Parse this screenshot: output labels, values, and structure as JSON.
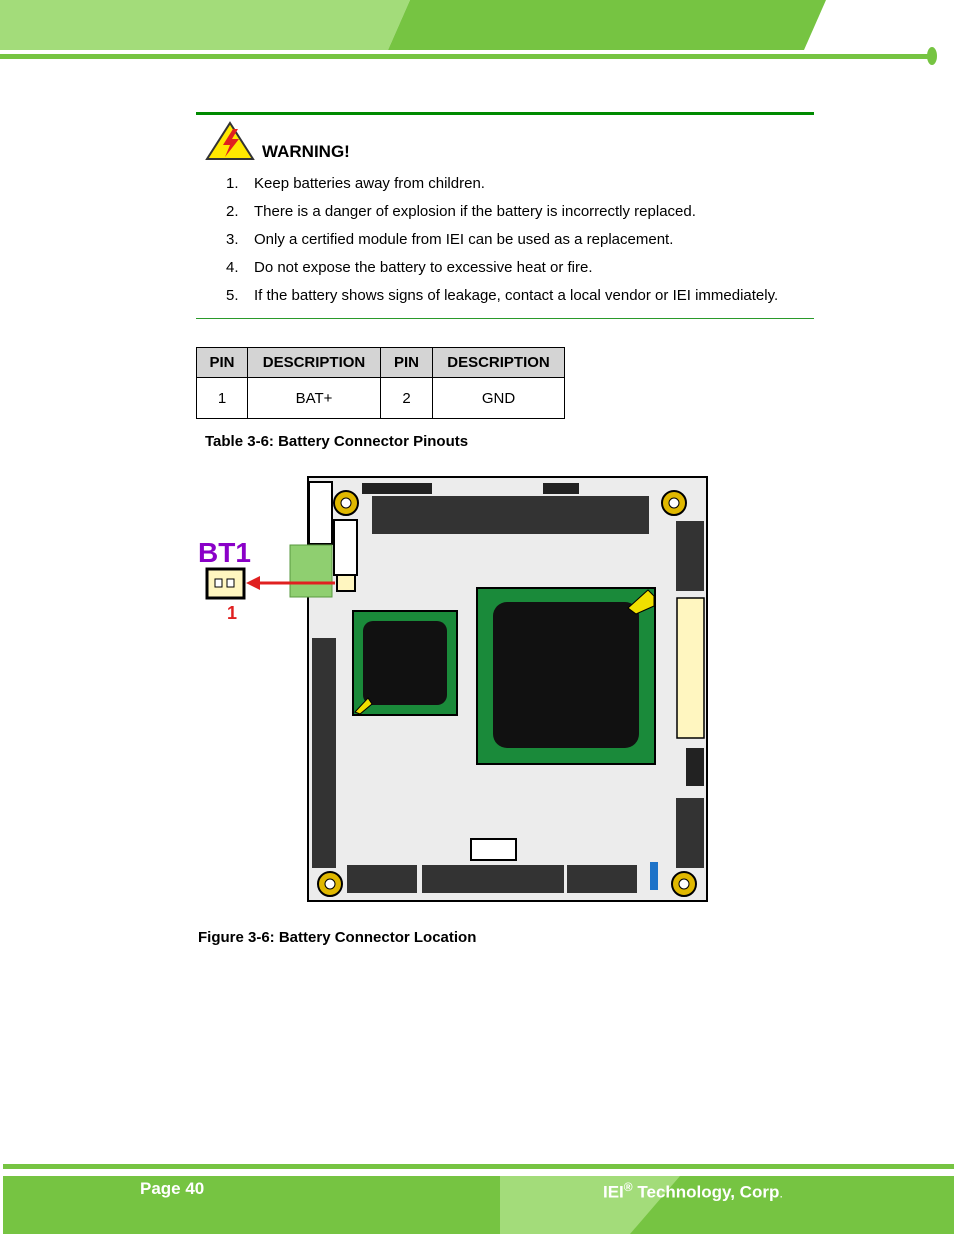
{
  "warning": {
    "title": "WARNING!",
    "items": [
      {
        "num": "1.",
        "text": "Keep batteries away from children."
      },
      {
        "num": "2.",
        "text": "There is a danger of explosion if the battery is incorrectly replaced."
      },
      {
        "num": "3.",
        "text": "Only a certified module from IEI can be used as a replacement."
      },
      {
        "num": "4.",
        "text": "Do not expose the battery to excessive heat or fire."
      },
      {
        "num": "5.",
        "text": "If the battery shows signs of leakage, contact a local vendor or IEI immediately."
      }
    ]
  },
  "table": {
    "headers": [
      "PIN",
      "DESCRIPTION",
      "PIN",
      "DESCRIPTION"
    ],
    "rows": [
      [
        "1",
        "BAT+",
        "2",
        "GND"
      ]
    ],
    "caption": "Table 3-6: Battery Connector Pinouts"
  },
  "figure": {
    "connector_label": "BT1",
    "pin_label": "1",
    "caption": "Figure 3-6: Battery Connector Location"
  },
  "footer": {
    "page": "Page 40",
    "brand": "IEI",
    "registered": "®",
    "company": " Technology, Corp",
    "period": "."
  },
  "colors": {
    "brand_green": "#76c442",
    "light_green": "#a3dc7a",
    "pcb_green": "#1a8a3a",
    "label_purple": "#8a00c8",
    "arrow_red": "#e02020"
  }
}
